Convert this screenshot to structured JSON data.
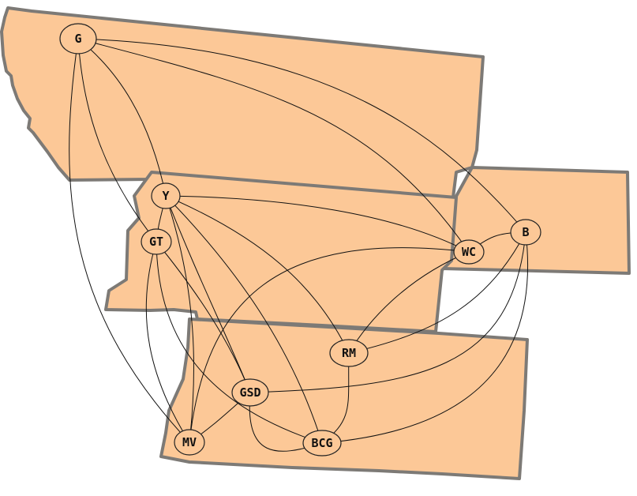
{
  "colors": {
    "map_fill": "#fcc897",
    "map_border": "#7d7a76",
    "node_fill": "#fcc897",
    "edge": "#111111",
    "background": "#ffffff"
  },
  "nodes": [
    {
      "id": "G",
      "label": "G"
    },
    {
      "id": "Y",
      "label": "Y"
    },
    {
      "id": "GT",
      "label": "GT"
    },
    {
      "id": "WC",
      "label": "WC"
    },
    {
      "id": "B",
      "label": "B"
    },
    {
      "id": "RM",
      "label": "RM"
    },
    {
      "id": "GSD",
      "label": "GSD"
    },
    {
      "id": "MV",
      "label": "MV"
    },
    {
      "id": "BCG",
      "label": "BCG"
    }
  ],
  "edges": [
    [
      "G",
      "Y"
    ],
    [
      "G",
      "GT"
    ],
    [
      "G",
      "MV"
    ],
    [
      "G",
      "WC"
    ],
    [
      "G",
      "B"
    ],
    [
      "Y",
      "GT"
    ],
    [
      "Y",
      "WC"
    ],
    [
      "Y",
      "RM"
    ],
    [
      "Y",
      "GSD"
    ],
    [
      "Y",
      "MV"
    ],
    [
      "Y",
      "BCG"
    ],
    [
      "GT",
      "GSD"
    ],
    [
      "GT",
      "MV"
    ],
    [
      "GT",
      "BCG"
    ],
    [
      "WC",
      "B"
    ],
    [
      "WC",
      "RM"
    ],
    [
      "WC",
      "MV"
    ],
    [
      "B",
      "RM"
    ],
    [
      "B",
      "GSD"
    ],
    [
      "B",
      "BCG"
    ],
    [
      "RM",
      "BCG"
    ],
    [
      "GSD",
      "MV"
    ],
    [
      "GSD",
      "BCG"
    ]
  ]
}
